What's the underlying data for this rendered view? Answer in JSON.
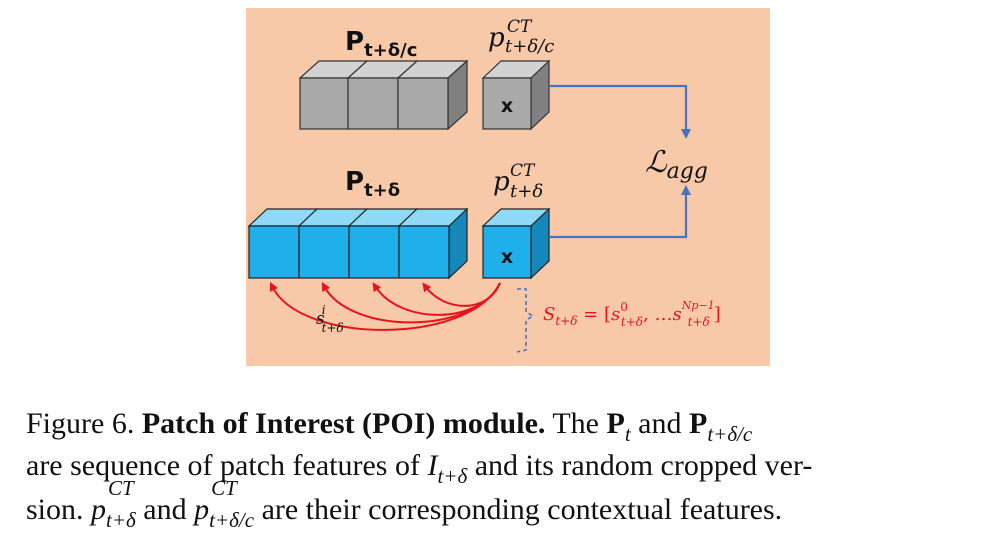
{
  "diagram": {
    "labels": {
      "top_seq_main": "P",
      "top_seq_sub": "t+δ/c",
      "top_ct_main": "p",
      "top_ct_sup": "CT",
      "top_ct_sub": "t+δ/c",
      "bot_seq_main": "P",
      "bot_seq_sub": "t+δ",
      "bot_ct_main": "p",
      "bot_ct_sup": "CT",
      "bot_ct_sub": "t+δ",
      "loss_main": "ℒ",
      "loss_sub": "agg",
      "top_cube_mark": "x",
      "bot_cube_mark": "x",
      "sim_main": "s",
      "sim_sup": "i",
      "sim_sub": "t+δ",
      "set_lhs": "S",
      "set_lhs_sub": "t+δ",
      "set_eq": " = [",
      "set_s0": "s",
      "set_s0_sup": "0",
      "set_s0_sub": "t+δ",
      "set_dots": ", …",
      "set_sn": "s",
      "set_sn_sup": "Np−1",
      "set_sn_sub": "t+δ",
      "set_close": "]"
    },
    "colors": {
      "background": "#f8c9a8",
      "gray_front": "#a9a9a9",
      "gray_top": "#d2d2d2",
      "gray_side": "#808080",
      "blue_front": "#1fb0ec",
      "blue_top": "#8fd8f6",
      "blue_side": "#1587b8",
      "arrow_blue": "#4472c4",
      "red": "#e8141b"
    }
  },
  "caption": {
    "fig_label": "Figure 6.",
    "bold_title": "Patch of Interest (POI) module.",
    "t1": "The",
    "P": "P",
    "sub_t": "t",
    "and1": "and",
    "sub_tdc": "t+δ/c",
    "line2_a": "are sequence of patch features of",
    "I": "I",
    "sub_td": "t+δ",
    "line2_b": "and its random cropped ver-",
    "line3_a": "sion.",
    "p": "p",
    "sup_ct": "CT",
    "sub_td2": "t+δ",
    "and2": "and",
    "sup_ct2": "CT",
    "sub_tdc2": "t+δ/c",
    "line3_b": "are their corresponding contextual features."
  }
}
